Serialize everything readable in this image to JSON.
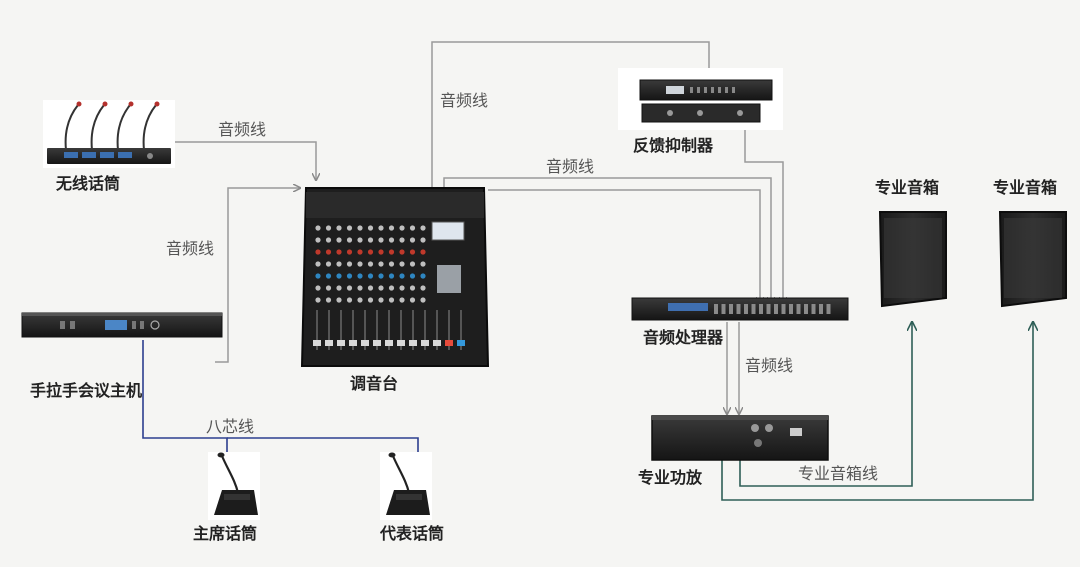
{
  "labels": {
    "wireless_mic": "无线话筒",
    "mixer": "调音台",
    "conference_host": "手拉手会议主机",
    "chair_mic": "主席话筒",
    "delegate_mic": "代表话筒",
    "feedback_suppressor": "反馈抑制器",
    "audio_processor": "音频处理器",
    "amplifier": "专业功放",
    "speaker_left": "专业音箱",
    "speaker_right": "专业音箱"
  },
  "cables": {
    "audio_cable_wireless": "音频线",
    "audio_cable_host": "音频线",
    "audio_cable_feedback": "音频线",
    "audio_cable_processor": "音频线",
    "audio_cable_amp": "音频线",
    "eight_core_cable": "八芯线",
    "speaker_cable": "专业音箱线"
  },
  "colors": {
    "audio_line": "#9a9a9a",
    "eight_core_line": "#2c3e8f",
    "speaker_line": "#2f5f57"
  }
}
